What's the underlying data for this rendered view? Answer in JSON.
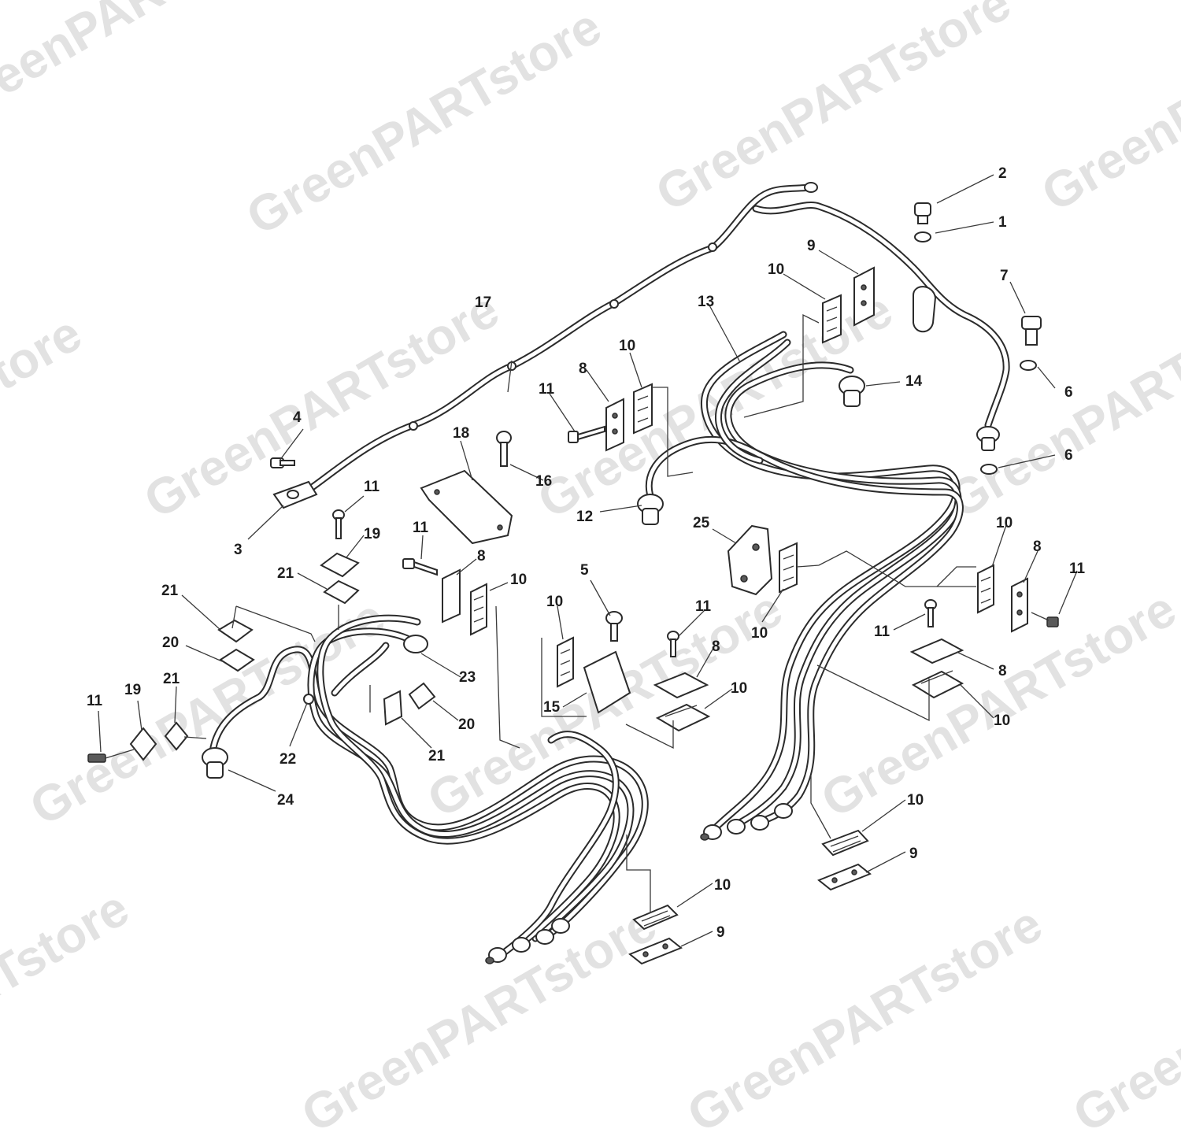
{
  "watermark": "GreenPARTstore",
  "callouts": {
    "c1": "1",
    "c2": "2",
    "c3": "3",
    "c4": "4",
    "c5": "5",
    "c6": "6",
    "c7": "7",
    "c8": "8",
    "c9": "9",
    "c10": "10",
    "c11": "11",
    "c12": "12",
    "c13": "13",
    "c14": "14",
    "c15": "15",
    "c16": "16",
    "c17": "17",
    "c18": "18",
    "c19": "19",
    "c20": "20",
    "c21": "21",
    "c22": "22",
    "c23": "23",
    "c24": "24",
    "c25": "25"
  }
}
